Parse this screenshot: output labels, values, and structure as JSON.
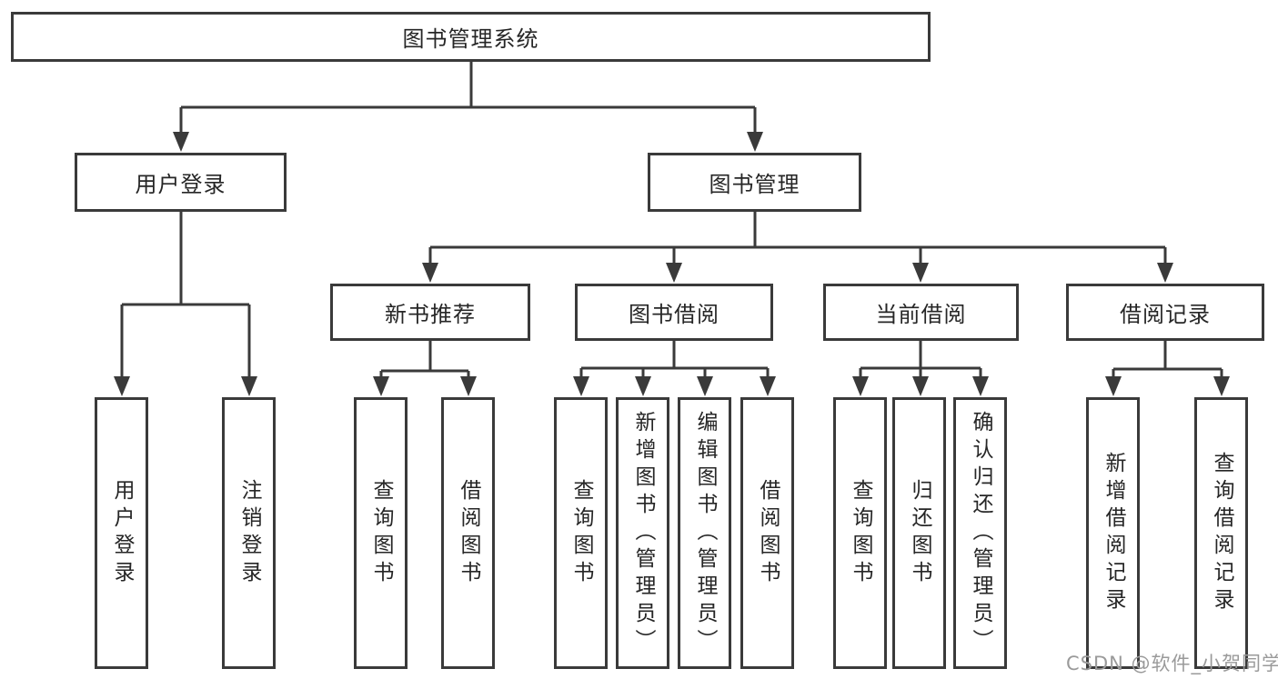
{
  "colors": {
    "line": "#3a3a3a",
    "text": "#262626",
    "background": "#ffffff",
    "watermark_color": "#9a9a9a"
  },
  "nodes": {
    "root": "图书管理系统",
    "level2": [
      "用户登录",
      "图书管理"
    ],
    "level3": [
      "新书推荐",
      "图书借阅",
      "当前借阅",
      "借阅记录"
    ],
    "leaves_user_login": [
      "用户登录",
      "注销登录"
    ],
    "leaves_new_book": [
      "查询图书",
      "借阅图书"
    ],
    "leaves_book_borrow": [
      "查询图书",
      "新增图书（管理员）",
      "编辑图书（管理员）",
      "借阅图书"
    ],
    "leaves_current_borrow": [
      "查询图书",
      "归还图书",
      "确认归还（管理员）"
    ],
    "leaves_borrow_record": [
      "新增借阅记录",
      "查询借阅记录"
    ]
  },
  "watermark": "CSDN @软件_小贺同学"
}
